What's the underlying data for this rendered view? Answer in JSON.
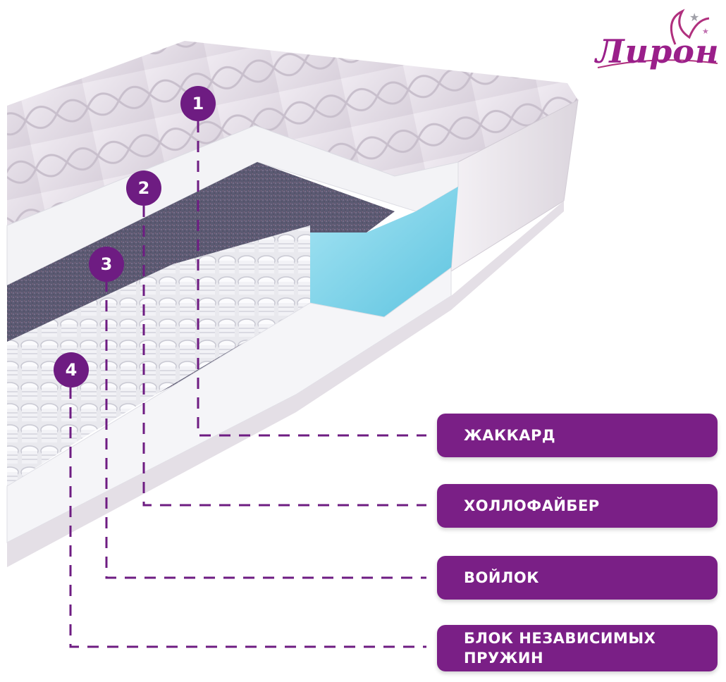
{
  "brand": {
    "logo_text": "Лирон",
    "color": "#9a1f8a"
  },
  "accent_color": "#7a1f86",
  "layers": [
    {
      "number": "1",
      "label": "ЖАККАРД"
    },
    {
      "number": "2",
      "label": "ХОЛЛОФАЙБЕР"
    },
    {
      "number": "3",
      "label": "ВОЙЛОК"
    },
    {
      "number": "4",
      "label_line1": "БЛОК НЕЗАВИСИМЫХ",
      "label_line2": "ПРУЖИН"
    }
  ]
}
